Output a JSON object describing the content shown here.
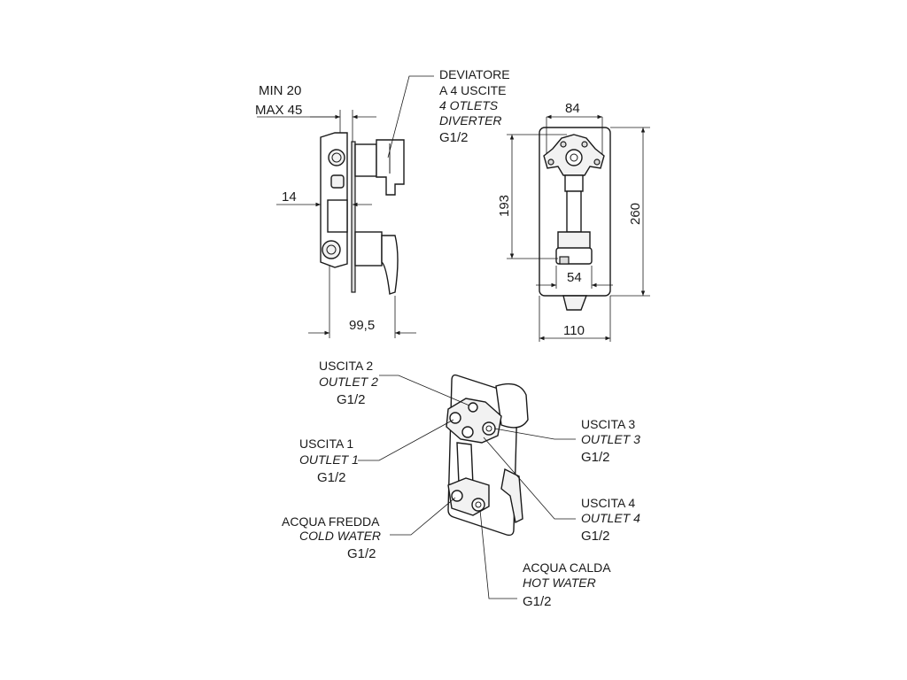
{
  "side_view": {
    "depth_min": "MIN 20",
    "depth_max": "MAX 45",
    "dim_plate": "14",
    "dim_depth": "99,5"
  },
  "diverter": {
    "line1": "DEVIATORE",
    "line2": "A 4 USCITE",
    "line3": "4 OTLETS",
    "line4": "DIVERTER",
    "thread": "G1/2"
  },
  "front_view": {
    "dim_top_width": "84",
    "dim_height_193": "193",
    "dim_height_260": "260",
    "dim_width_54": "54",
    "dim_width_110": "110"
  },
  "iso_labels": {
    "outlet2": {
      "it": "USCITA 2",
      "en": "OUTLET 2",
      "thread": "G1/2"
    },
    "outlet1": {
      "it": "USCITA 1",
      "en": "OUTLET 1",
      "thread": "G1/2"
    },
    "cold": {
      "it": "ACQUA FREDDA",
      "en": "COLD WATER",
      "thread": "G1/2"
    },
    "outlet3": {
      "it": "USCITA 3",
      "en": "OUTLET 3",
      "thread": "G1/2"
    },
    "outlet4": {
      "it": "USCITA 4",
      "en": "OUTLET 4",
      "thread": "G1/2"
    },
    "hot": {
      "it": "ACQUA CALDA",
      "en": "HOT WATER",
      "thread": "G1/2"
    }
  }
}
